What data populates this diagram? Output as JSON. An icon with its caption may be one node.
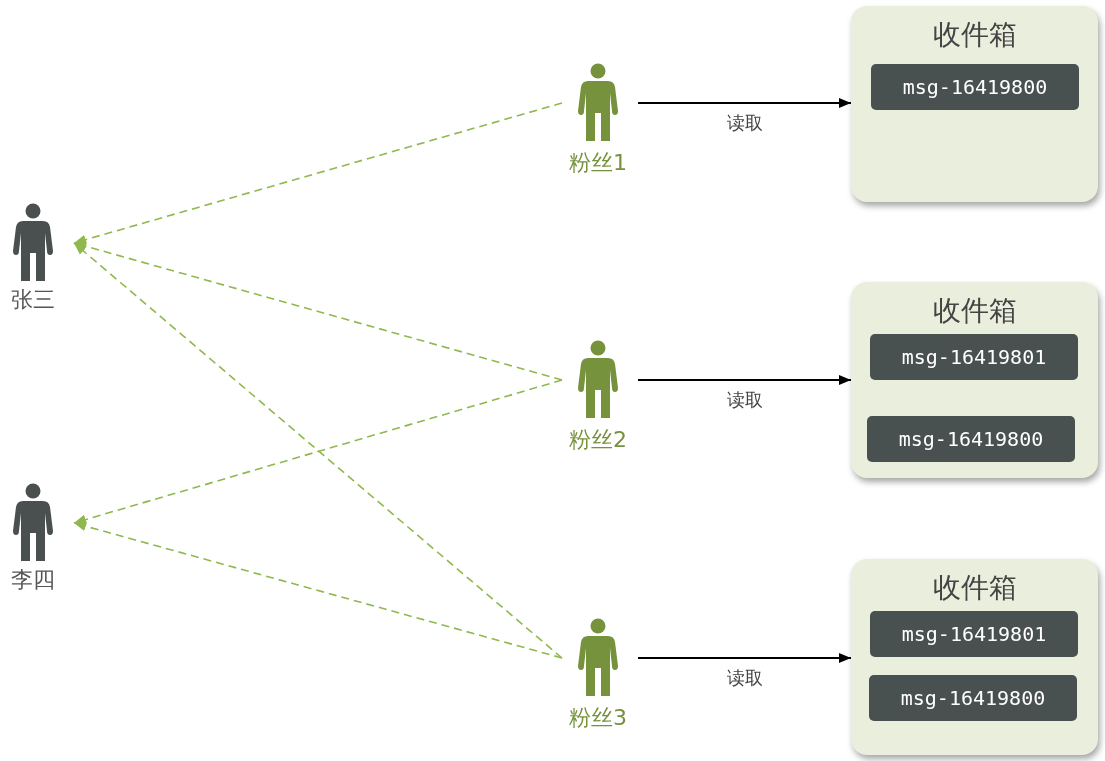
{
  "diagram": {
    "nodes": [
      {
        "text": [
          "张三"
        ]
      },
      {
        "text": [
          "李四"
        ]
      },
      {
        "text": [
          "粉丝1"
        ]
      },
      {
        "text": [
          "粉丝2"
        ]
      },
      {
        "text": [
          "粉丝3"
        ]
      },
      {
        "text": [
          "收件箱"
        ]
      },
      {
        "text": [
          "msg-16419800"
        ],
        "in": 5
      },
      {
        "text": [
          "收件箱"
        ]
      },
      {
        "text": [
          "msg-16419801"
        ],
        "in": 7
      },
      {
        "text": [
          "msg-16419800"
        ],
        "in": 7
      },
      {
        "text": [
          "收件箱"
        ]
      },
      {
        "text": [
          "msg-16419801"
        ],
        "in": 10
      },
      {
        "text": [
          "msg-16419800"
        ],
        "in": 10
      }
    ],
    "edges": [
      {
        "from": 2,
        "to": 0,
        "arrow": "to",
        "style": "dashed"
      },
      {
        "from": 3,
        "to": 0,
        "arrow": "to",
        "style": "dashed"
      },
      {
        "from": 3,
        "to": 1,
        "arrow": "to",
        "style": "dashed"
      },
      {
        "from": 4,
        "to": 0,
        "arrow": "to",
        "style": "dashed"
      },
      {
        "from": 4,
        "to": 1,
        "arrow": "to",
        "style": "dashed"
      },
      {
        "from": 2,
        "to": 5,
        "arrow": "to",
        "label": "读取",
        "color": "#000000"
      },
      {
        "from": 3,
        "to": 7,
        "arrow": "to",
        "label": "读取",
        "color": "#000000"
      },
      {
        "from": 4,
        "to": 10,
        "arrow": "to",
        "label": "读取",
        "color": "#000000"
      }
    ]
  }
}
